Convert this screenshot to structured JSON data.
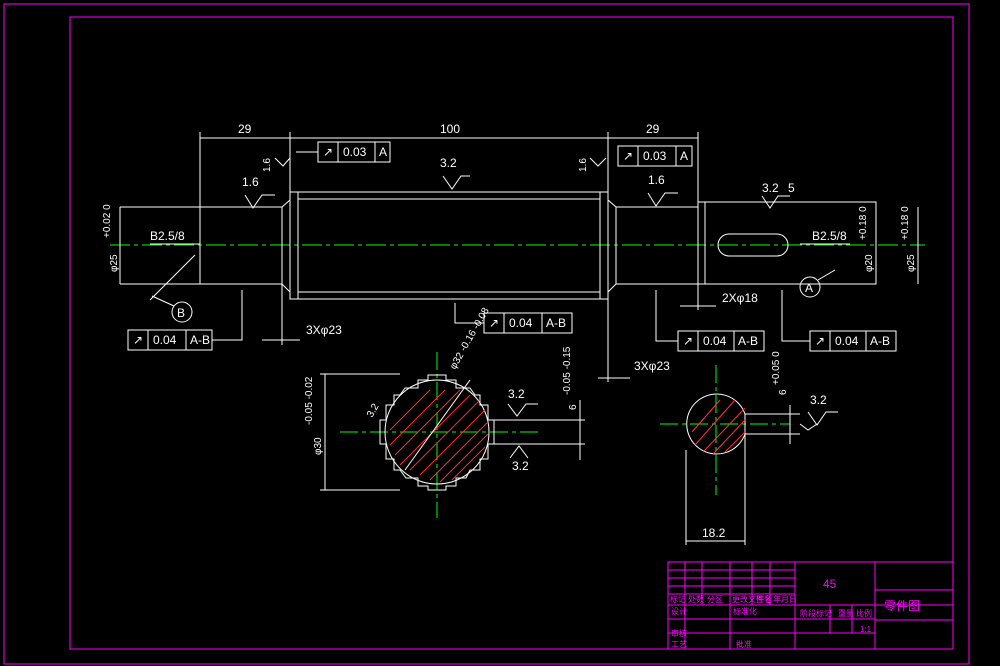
{
  "colors": {
    "background": "#000000",
    "outline": "#ffffff",
    "border": "#ff00ff",
    "center_line": "#00ff00",
    "hatch": "#ff3030"
  },
  "dimensions": {
    "left_len": "29",
    "mid_len": "100",
    "right_len": "29",
    "left_dia": "φ25",
    "left_tol": "+0.02\n0",
    "right_dia": "φ25",
    "right_tol": "+0.18\n0",
    "key_dia": "φ20",
    "key_tol": "+0.18\n0",
    "chamfer_left": "B2.5/8",
    "chamfer_right": "B2.5/8",
    "groove_left": "3Xφ23",
    "groove_right": "3Xφ23",
    "groove_key": "2Xφ18",
    "spline_od": "φ32",
    "spline_od_tol": "-0.16\n-0.08",
    "spline_id": "φ30",
    "spline_id_tol": "-0.05\n-0.02",
    "spline_w": "6",
    "spline_w_tol": "-0.05\n-0.15",
    "key_w": "6",
    "key_w_tol": "+0.05\n0",
    "key_depth": "18.2"
  },
  "roughness": {
    "r1": "1.6",
    "r2": "1.6",
    "r3": "3.2",
    "r4": "1.6",
    "r5": "1.6",
    "r6": "3.2",
    "r7": "5",
    "r8": "3.2",
    "r9": "3.2",
    "r10": "3.2",
    "r11": "3.2"
  },
  "tolerances": {
    "t1": {
      "sym": "↗",
      "val": "0.03",
      "ref": "A"
    },
    "t2": {
      "sym": "↗",
      "val": "0.03",
      "ref": "A"
    },
    "t3": {
      "sym": "↗",
      "val": "0.04",
      "ref": "A-B"
    },
    "t4": {
      "sym": "↗",
      "val": "0.04",
      "ref": "A-B"
    },
    "t5": {
      "sym": "↗",
      "val": "0.04",
      "ref": "A-B"
    },
    "t6": {
      "sym": "↗",
      "val": "0.04",
      "ref": "A-B"
    }
  },
  "datums": {
    "a": "A",
    "b": "B"
  },
  "title_block": {
    "material": "45",
    "drawing_name": "零件图",
    "row1": [
      "标记",
      "处数",
      "分区",
      "更改文件号",
      "签名",
      "年月日"
    ],
    "row2": [
      "设计",
      "",
      "标准化"
    ],
    "row3": [
      "阶段标记",
      "重量",
      "比例"
    ],
    "row4": [
      "审核",
      ""
    ],
    "row5": [
      "工艺",
      "批准"
    ],
    "scale": "1:1"
  }
}
